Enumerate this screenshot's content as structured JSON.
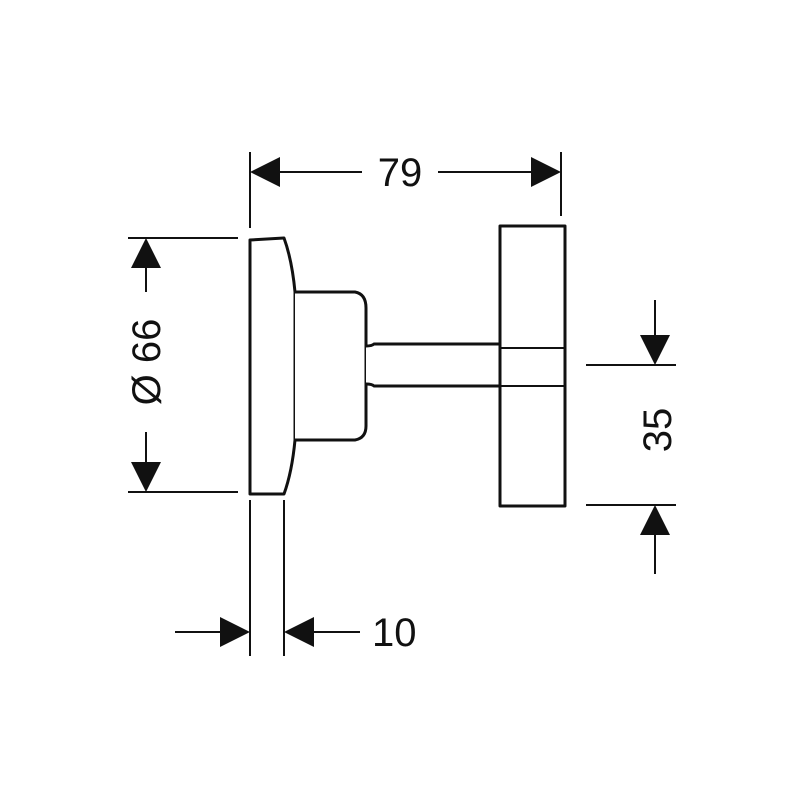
{
  "drawing": {
    "line_color": "#111111",
    "background": "#ffffff",
    "dimensions": {
      "overall_depth": "79",
      "rosette_diameter": "Ø 66",
      "rosette_thickness": "10",
      "handle_width": "35"
    }
  }
}
